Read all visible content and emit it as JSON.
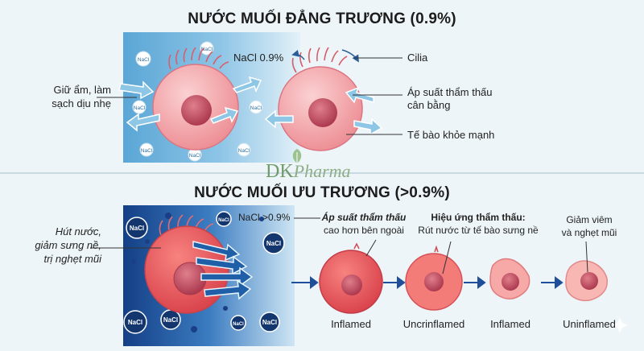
{
  "top": {
    "title": "NƯỚC MUỐI ĐẲNG TRƯƠNG (0.9%)",
    "concentration": "NaCl 0.9%",
    "badge": "NaCl",
    "left_label": [
      "Giữ ẩm, làm",
      "sạch dịu nhẹ"
    ],
    "cilia_label": "Cilia",
    "pressure_label": [
      "Áp suất thẩm thấu",
      "cân bằng"
    ],
    "healthy_label": "Tế bào khỏe mạnh"
  },
  "logo": {
    "dk": "DK",
    "pharma": "Pharma"
  },
  "bottom": {
    "title": "NƯỚC MUỐI ƯU TRƯƠNG (>0.9%)",
    "concentration": "NaCl >0.9%",
    "badge": "NaCl",
    "left_label": [
      "Hút nước,",
      "giảm sưng nề,",
      "trị nghẹt mũi"
    ],
    "pressure_title": "Áp suất thẩm thấu",
    "pressure_sub": "cao hơn bên ngoài",
    "effect_title": "Hiệu ứng thẩm thấu:",
    "effect_sub": "Rút nước từ tế bào sưng nề",
    "relief_label": [
      "Giảm viêm",
      "và nghẹt mũi"
    ],
    "cells": [
      {
        "label": "Inflamed"
      },
      {
        "label": "Uncrinflamed"
      },
      {
        "label": "Inflamed"
      },
      {
        "label": "Uninflamed"
      }
    ]
  },
  "colors": {
    "cell_fill": "#f2a5a8",
    "nucleus": "#c84a5e",
    "cell_deep": "#e3555a",
    "blue_arrow": "#7ab8dc",
    "dark_arrow": "#1f4e9a",
    "flow_arrow": "#1f5fa8"
  }
}
